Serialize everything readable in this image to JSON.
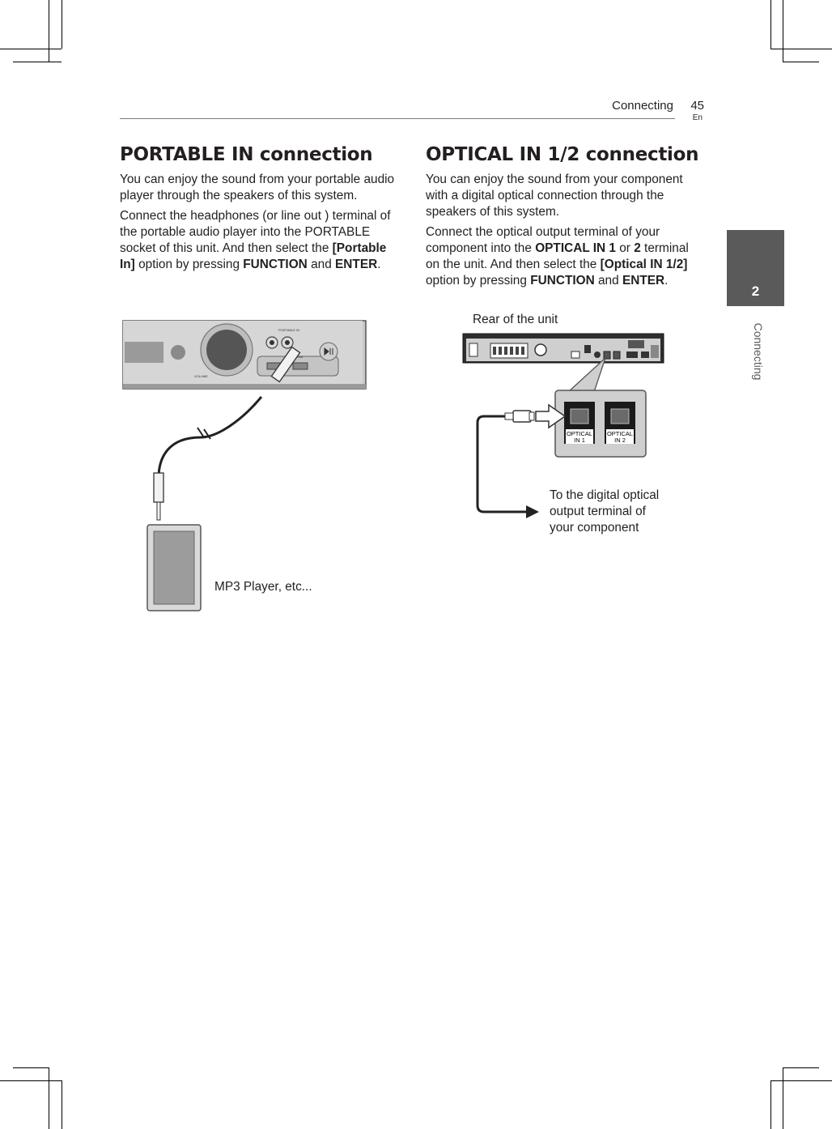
{
  "header": {
    "section": "Connecting",
    "page_number": "45",
    "language": "En"
  },
  "side_tab": {
    "number": "2",
    "label": "Connecting"
  },
  "portable": {
    "title": "PORTABLE IN connection",
    "para1": "You can enjoy the sound from your portable audio player through the speakers of this system.",
    "para2_a": "Connect the headphones (or line out ) terminal of the portable audio player into the PORTABLE socket of this unit. And then select the ",
    "para2_option": "[Portable In]",
    "para2_b": " option by pressing ",
    "para2_key1": "FUNCTION",
    "para2_c": " and ",
    "para2_key2": "ENTER",
    "para2_d": ".",
    "figure_caption": "MP3 Player, etc...",
    "device_labels": {
      "usb": "USB",
      "portable_in": "PORTABLE IN",
      "volume": "VOLUME"
    }
  },
  "optical": {
    "title": "OPTICAL IN 1/2 connection",
    "para1": "You can enjoy the sound from your component with a digital optical connection through the speakers of this system.",
    "para2_a": "Connect the optical output terminal of your component into the ",
    "para2_term1": "OPTICAL IN 1",
    "para2_b": " or ",
    "para2_term2": "2",
    "para2_c": " terminal on the unit. And then select the ",
    "para2_option": "[Optical IN 1/2]",
    "para2_d": " option by pressing ",
    "para2_key1": "FUNCTION",
    "para2_e": " and ",
    "para2_key2": "ENTER",
    "para2_f": ".",
    "figure_caption_top": "Rear of the unit",
    "figure_caption_line1": "To the digital optical",
    "figure_caption_line2": "output terminal of",
    "figure_caption_line3": "your component",
    "port1_line1": "OPTICAL",
    "port1_line2": "IN 1",
    "port2_line1": "OPTICAL",
    "port2_line2": "IN 2"
  }
}
